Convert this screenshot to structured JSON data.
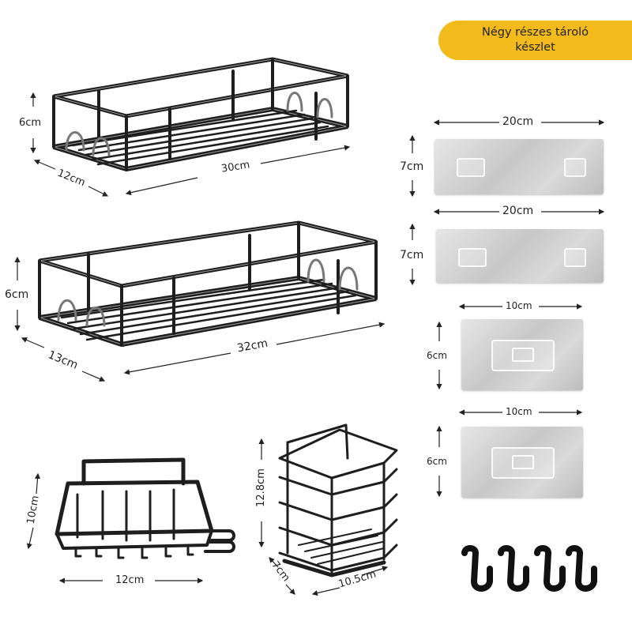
{
  "banner": {
    "line1": "Négy részes tároló",
    "line2": "készlet"
  },
  "shelf1": {
    "height": "6cm",
    "depth": "12cm",
    "width": "30cm"
  },
  "shelf2": {
    "height": "6cm",
    "depth": "13cm",
    "width": "32cm"
  },
  "soap_dish": {
    "height": "10cm",
    "width": "12cm"
  },
  "caddy": {
    "height": "12.8cm",
    "depth": "7cm",
    "width": "10.5cm"
  },
  "pads": [
    {
      "width": "20cm",
      "height": "7cm"
    },
    {
      "width": "20cm",
      "height": "7cm"
    },
    {
      "width": "10cm",
      "height": "6cm"
    },
    {
      "width": "10cm",
      "height": "6cm"
    }
  ],
  "colors": {
    "banner": "#f3ba1c",
    "metal": "#1e1e1e",
    "pad": "#d4d4d4"
  }
}
